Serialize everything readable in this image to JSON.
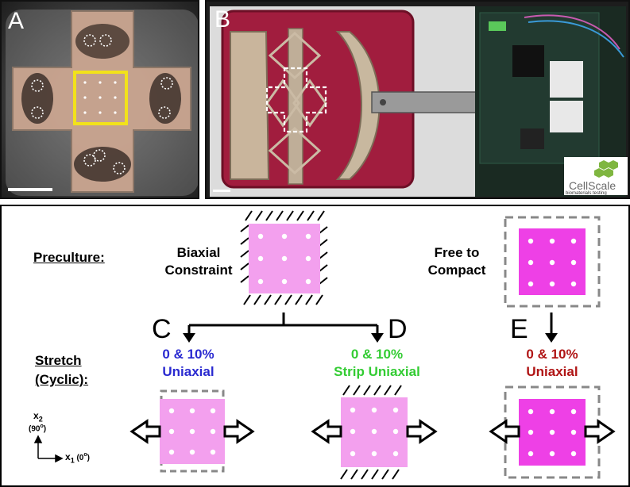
{
  "panel_a": {
    "letter": "A"
  },
  "panel_b": {
    "letter": "B",
    "logo_text": "CellScale",
    "logo_subtext": "biomaterials testing"
  },
  "diagram": {
    "preculture_label": "Preculture:",
    "stretch_label_line1": "Stretch",
    "stretch_label_line2": "(Cyclic):",
    "biaxial_label_line1": "Biaxial",
    "biaxial_label_line2": "Constraint",
    "free_label_line1": "Free to",
    "free_label_line2": "Compact",
    "letter_c": "C",
    "letter_d": "D",
    "letter_e": "E",
    "cond_c_line1": "0 & 10%",
    "cond_c_line2": "Uniaxial",
    "cond_d_line1": "0 & 10%",
    "cond_d_line2": "Strip Uniaxial",
    "cond_e_line1": "0 & 10%",
    "cond_e_line2": "Uniaxial",
    "axis_x2": "x",
    "axis_x2_sub": "2",
    "axis_x2_angle": "(90",
    "axis_x2_angle_sup": "o",
    "axis_x2_angle_close": ")",
    "axis_x1": "x",
    "axis_x1_sub": "1",
    "axis_x1_angle": " (0",
    "axis_x1_angle_sup": "o",
    "axis_x1_angle_close": ")",
    "colors": {
      "blue": "#2a2ad0",
      "green": "#33cc33",
      "red": "#b01515",
      "pink_light": "#f3a0ee",
      "pink_dark": "#ee40e6"
    }
  }
}
